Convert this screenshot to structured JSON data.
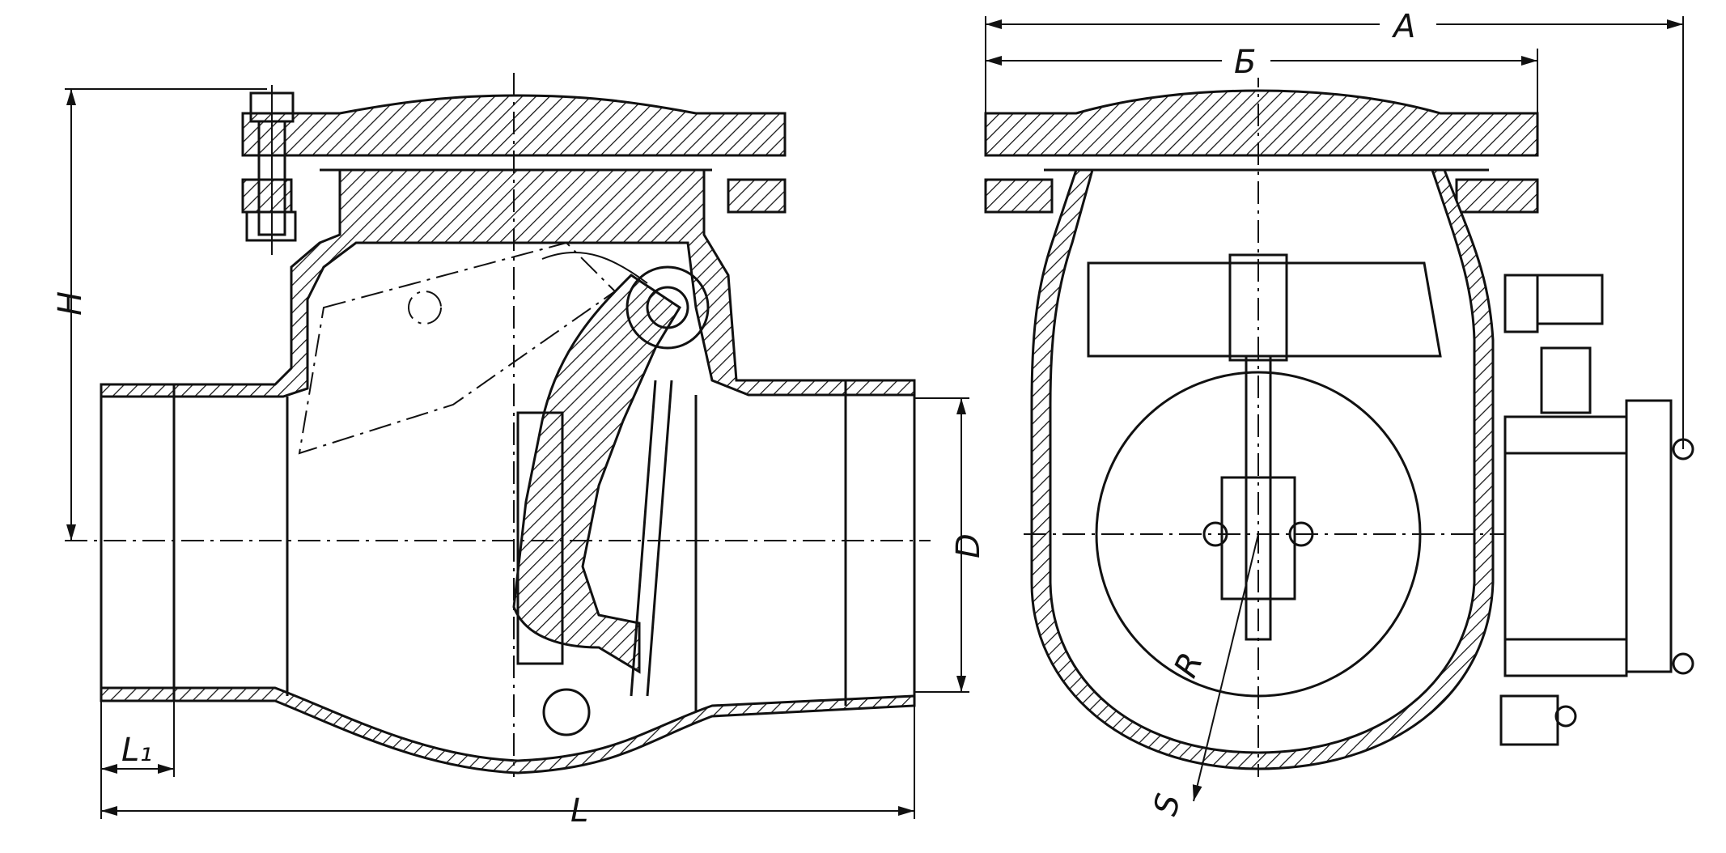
{
  "drawing": {
    "side_view": {
      "dim_H": "H",
      "dim_D": "D",
      "dim_L": "L",
      "dim_L1": "L₁"
    },
    "end_view": {
      "dim_A": "А",
      "dim_B": "Б",
      "dim_R": "R",
      "dim_S": "S"
    }
  }
}
